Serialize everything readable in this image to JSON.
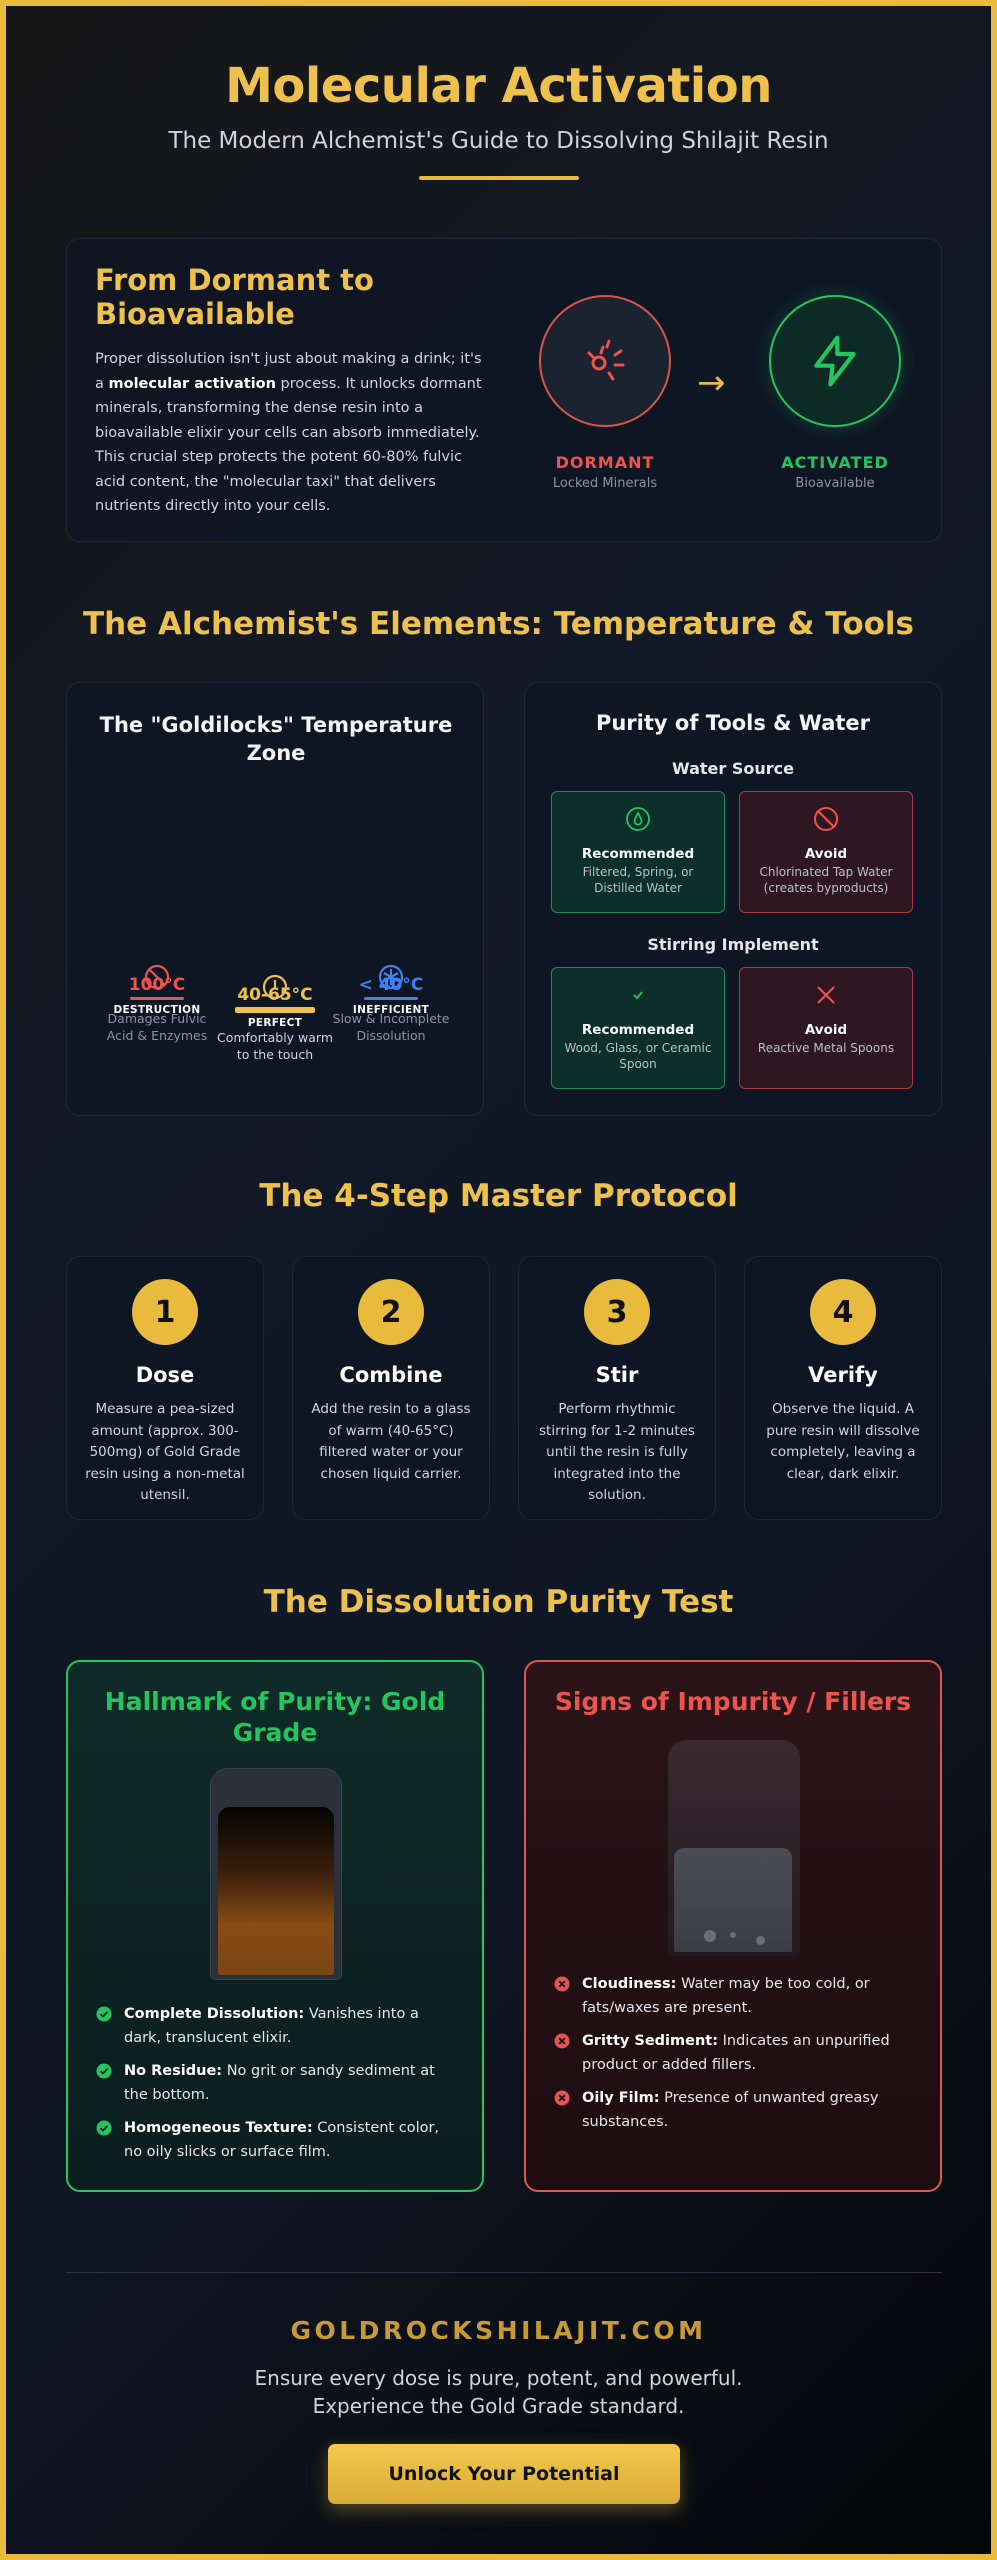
{
  "header": {
    "title": "Molecular Activation",
    "subtitle": "The Modern Alchemist's Guide to Dissolving Shilajit Resin"
  },
  "intro": {
    "heading": "From Dormant to Bioavailable",
    "para_before": "Proper dissolution isn't just about making a drink; it's a ",
    "para_bold": "molecular activation",
    "para_after": " process. It unlocks dormant minerals, transforming the dense resin into a bioavailable elixir your cells can absorb immediately. This crucial step protects the potent 60-80% fulvic acid content, the \"molecular taxi\" that delivers nutrients directly into your cells.",
    "dormant": {
      "label": "DORMANT",
      "sub": "Locked Minerals",
      "icon": "scattered-sparks-icon",
      "color": "#ef5350"
    },
    "arrow": "→",
    "activated": {
      "label": "ACTIVATED",
      "sub": "Bioavailable",
      "icon": "lightning-bolt-icon",
      "color": "#22c55e"
    }
  },
  "elements": {
    "title": "The Alchemist's Elements: Temperature & Tools",
    "temperature": {
      "heading": "The \"Goldilocks\" Temperature Zone",
      "zones": [
        {
          "value": "100°C",
          "name": "DESTRUCTION",
          "desc": "Damages Fulvic Acid & Enzymes",
          "color": "#ef5350",
          "icon": "no-entry-icon"
        },
        {
          "value": "40-65°C",
          "name": "PERFECT",
          "desc": "Comfortably warm to the touch",
          "color": "#eec14e",
          "icon": "thermometer-icon"
        },
        {
          "value": "< 40°C",
          "name": "INEFFICIENT",
          "desc": "Slow & Incomplete Dissolution",
          "color": "#3b82f6",
          "icon": "snowflake-icon"
        }
      ]
    },
    "tools": {
      "heading": "Purity of Tools & Water",
      "water": {
        "label": "Water Source",
        "recommended": {
          "title": "Recommended",
          "desc": "Filtered, Spring, or Distilled Water",
          "icon": "water-drop-icon"
        },
        "avoid": {
          "title": "Avoid",
          "desc": "Chlorinated Tap Water (creates byproducts)",
          "icon": "prohibited-icon"
        }
      },
      "stirring": {
        "label": "Stirring Implement",
        "recommended": {
          "title": "Recommended",
          "desc": "Wood, Glass, or Ceramic Spoon",
          "icon": "check-icon"
        },
        "avoid": {
          "title": "Avoid",
          "desc": "Reactive Metal Spoons",
          "icon": "x-icon"
        }
      }
    }
  },
  "protocol": {
    "title": "The 4-Step Master Protocol",
    "steps": [
      {
        "num": "1",
        "name": "Dose",
        "desc": "Measure a pea-sized amount (approx. 300-500mg) of Gold Grade resin using a non-metal utensil."
      },
      {
        "num": "2",
        "name": "Combine",
        "desc": "Add the resin to a glass of warm (40-65°C) filtered water or your chosen liquid carrier."
      },
      {
        "num": "3",
        "name": "Stir",
        "desc": "Perform rhythmic stirring for 1-2 minutes until the resin is fully integrated into the solution."
      },
      {
        "num": "4",
        "name": "Verify",
        "desc": "Observe the liquid. A pure resin will dissolve completely, leaving a clear, dark elixir."
      }
    ]
  },
  "test": {
    "title": "The Dissolution Purity Test",
    "good": {
      "heading": "Hallmark of Purity: Gold Grade",
      "items": [
        {
          "bold": "Complete Dissolution:",
          "text": " Vanishes into a dark, translucent elixir."
        },
        {
          "bold": "No Residue:",
          "text": " No grit or sandy sediment at the bottom."
        },
        {
          "bold": "Homogeneous Texture:",
          "text": " Consistent color, no oily slicks or surface film."
        }
      ]
    },
    "bad": {
      "heading": "Signs of Impurity / Fillers",
      "items": [
        {
          "bold": "Cloudiness:",
          "text": " Water may be too cold, or fats/waxes are present."
        },
        {
          "bold": "Gritty Sediment:",
          "text": " Indicates an unpurified product or added fillers."
        },
        {
          "bold": "Oily Film:",
          "text": " Presence of unwanted greasy substances."
        }
      ]
    }
  },
  "footer": {
    "site": "GOLDROCKSHILAJIT.COM",
    "tagline_1": "Ensure every dose is pure, potent, and powerful.",
    "tagline_2": "Experience the Gold Grade standard.",
    "cta": "Unlock Your Potential"
  },
  "colors": {
    "gold": "#e8bb3c",
    "green": "#22c55e",
    "red": "#ef5350",
    "blue": "#3b82f6"
  }
}
